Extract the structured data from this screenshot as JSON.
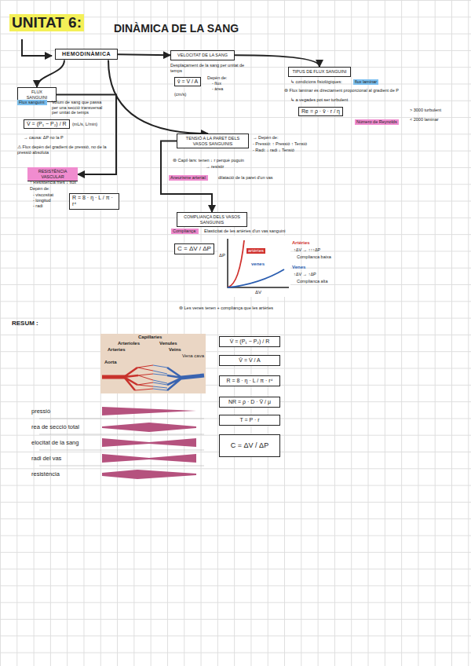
{
  "diagram": {
    "title": "UNITAT 6:",
    "nodes": [
      {
        "text": [
          "HEMODINÀMICA"
        ]
      },
      {
        "text": [
          "VELOCITAT DE LA SANG"
        ]
      },
      {
        "text": [
          "TIPUS DE FLUX SANGUINI"
        ]
      },
      {
        "text": [
          "FLUX SANGUINI"
        ]
      },
      {
        "text": [
          "TENSIÓ A LA PARET DELS VASOS SANGUINIS"
        ]
      },
      {
        "text": [
          "RESISTÈNCIA VASCULAR"
        ]
      },
      {
        "text": [
          "COMPLIANÇA DELS VASOS SANGUINIS"
        ]
      },
      {
        "text": [
          "V̇ = (P₁ − P₂) / R"
        ]
      },
      {
        "text": [
          "V̄ = V̇ / A"
        ]
      },
      {
        "text": [
          "R = 8 · η · L / π · r⁴"
        ]
      },
      {
        "text": [
          "NR = ρ · D · V̄ / μ"
        ]
      },
      {
        "text": [
          "T = P · r"
        ]
      },
      {
        "text": [
          "C = ΔV / ΔP"
        ]
      }
    ],
    "edges": [
      {
        "from": 0,
        "to": 1,
        "arrow": "to"
      },
      {
        "from": 1,
        "to": 2,
        "arrow": "to"
      },
      {
        "from": 0,
        "to": 3,
        "arrow": "to"
      },
      {
        "from": 0,
        "to": 4,
        "arrow": "to"
      },
      {
        "from": 3,
        "to": 5,
        "arrow": "to"
      },
      {
        "from": 4,
        "to": 6,
        "arrow": "to"
      }
    ],
    "labels": [
      "DINÀMICA DE LA SANG",
      "Desplaçament de la sang per unitat de temps",
      "v̄ = V̇ / A",
      "Depèn de:",
      "- flux",
      "- àrea",
      "(cm/s)",
      "↳ condicions fisiològiques:",
      "flux laminar",
      "⊛ Flux laminar és directament proporcional al gradient de P",
      "↳ a vegades pot ser turbulent",
      "Re = ρ · v̄ · r / η",
      "Número de Reynolds",
      "> 3000 turbulent",
      "< 2000 laminar",
      "Flux sanguini:",
      "Volum de sang que passa per una secció transversal per unitat de temps",
      "V̇ = (P₁ − P₂) / R",
      "(mL/s, L/min)",
      "→ causa: ΔP no la P",
      "⚠ Flux depèn del gradient de pressió, no de la pressió absoluta",
      "↑ Resistència més ↓ flux",
      "Depèn de:",
      "- viscositat",
      "- longitud",
      "- radi",
      "R = 8 · η · L / π · r⁴",
      "→ Depèn de:",
      "- Pressió: ↑ Pressió ↑ Tensió",
      "- Radi: ↓ radi ↓ Tensió",
      "⊛ Capil·lars: tenen ↓ r perquè puguin",
      "→ resistir",
      "Aneurisme arterial:",
      "dilatació de la paret d'un vas",
      "Compliança:",
      "Elasticitat de les artèries d'un vas sanguini",
      "C = ΔV / ΔP",
      "ΔP",
      "ΔV",
      "artèries",
      "venes",
      "Artèries",
      "↑ΔV → ↑↑↑ΔP",
      "Complianca baixa",
      "Venes",
      "↑ΔV → ↑ΔP",
      "Complianca alta",
      "⊛ Les venes tenen + compliança que les artèries",
      "RESUM :",
      "Capillaries",
      "Arterioles",
      "Venules",
      "Arteries",
      "Veins",
      "Vena cava",
      "Aorta",
      "pressió",
      "rea de secció total",
      "elocitat de la sang",
      "radi del vas",
      "resistència"
    ]
  }
}
